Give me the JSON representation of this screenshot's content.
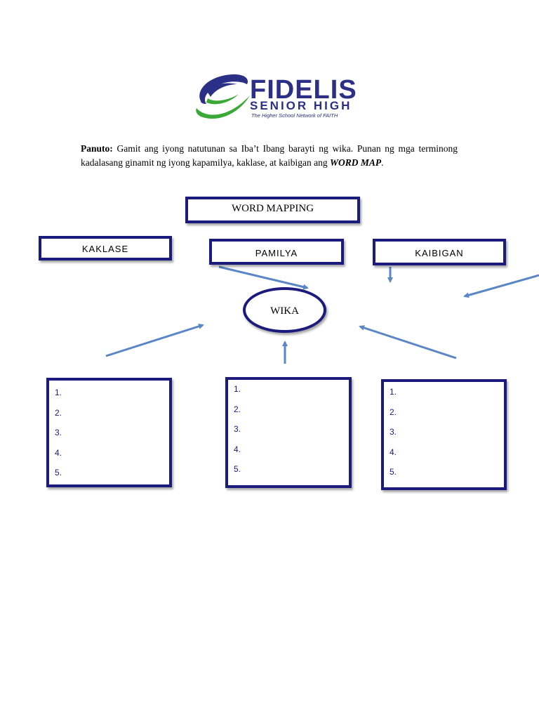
{
  "logo": {
    "name": "FIDELIS",
    "subtitle": "SENIOR HIGH",
    "tagline": "The Higher School Network of FAITH"
  },
  "instructions": {
    "lead": "Panuto:",
    "body": " Gamit ang iyong natutunan sa Iba’t Ibang barayti ng wika. Punan ng mga terminong kadalasang ginamit ng iyong kapamilya, kaklase, at kaibigan ang ",
    "emphasis": "WORD MAP",
    "end": "."
  },
  "map": {
    "title": "WORD MAPPING",
    "center": "WIKA",
    "categories": {
      "kaklase": "KAKLASE",
      "pamilya": "PAMILYA",
      "kaibigan": "KAIBIGAN"
    },
    "list_numbers": [
      "1.",
      "2.",
      "3.",
      "4.",
      "5."
    ]
  },
  "colors": {
    "box_border": "#1b1b7e",
    "arrow": "#5b86c5",
    "logo_blue": "#2b2f86",
    "logo_green": "#3aa935"
  }
}
